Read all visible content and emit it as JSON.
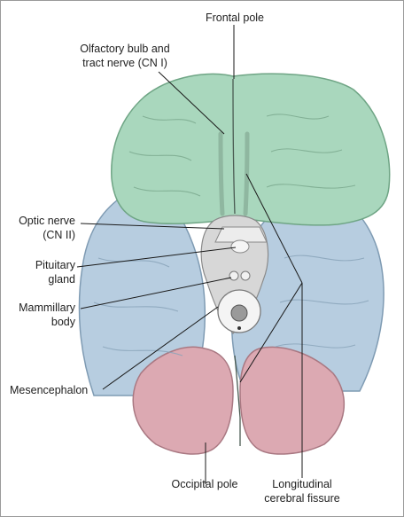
{
  "labels": {
    "frontal_pole": "Frontal pole",
    "olfactory_1": "Olfactory bulb and",
    "olfactory_2": "tract nerve (CN I)",
    "optic_1": "Optic nerve",
    "optic_2": "(CN II)",
    "pituitary_1": "Pituitary",
    "pituitary_2": "gland",
    "mammillary_1": "Mammillary",
    "mammillary_2": "body",
    "mesencephalon": "Mesencephalon",
    "occipital_pole": "Occipital pole",
    "fissure_1": "Longitudinal",
    "fissure_2": "cerebral fissure"
  },
  "colors": {
    "frontal_lobe": "#a9d7bd",
    "temporal_lobe": "#b7cde0",
    "occipital_lobe": "#dca9b2",
    "midbrain": "#d7d7d7",
    "leader_line": "#1a1a1a"
  }
}
